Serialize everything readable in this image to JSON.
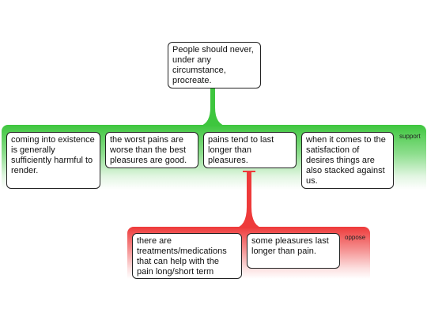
{
  "claim": {
    "text": "People should never, under any circumstance, procreate."
  },
  "support": {
    "label": "support",
    "items": [
      {
        "text": "coming into existence is generally sufficiently harmful to render."
      },
      {
        "text": "the worst pains are worse than the best pleasures are good."
      },
      {
        "text": "pains tend to last longer than pleasures."
      },
      {
        "text": "when it comes to the satisfaction of desires things are also stacked against us."
      }
    ]
  },
  "oppose": {
    "label": "oppose",
    "items": [
      {
        "text": "there are treatments/medications that can help with the pain long/short term"
      },
      {
        "text": "some pleasures last longer than pain."
      }
    ]
  },
  "colors": {
    "support": "#3ec63e",
    "oppose": "#ee3a3a"
  }
}
